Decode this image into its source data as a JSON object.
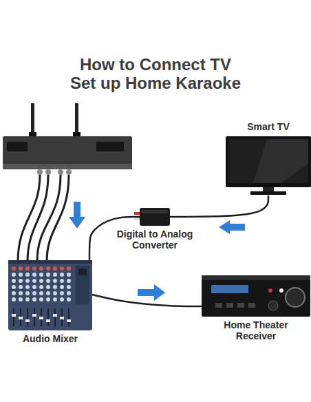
{
  "diagram": {
    "title": "How to Connect TV Set up Home Karaoke",
    "nodes": [
      {
        "text": [
          "Smart TV"
        ]
      },
      {
        "text": [
          "Digital to Analog Converter"
        ]
      },
      {
        "text": [
          "Audio Mixer"
        ]
      },
      {
        "text": [
          "Home Theater Receiver"
        ]
      }
    ],
    "edges": [
      {
        "from": 0,
        "to": 1,
        "arrow": "none"
      },
      {
        "from": 1,
        "to": 2,
        "arrow": "none"
      },
      {
        "from": 2,
        "to": 3,
        "arrow": "none"
      }
    ]
  }
}
